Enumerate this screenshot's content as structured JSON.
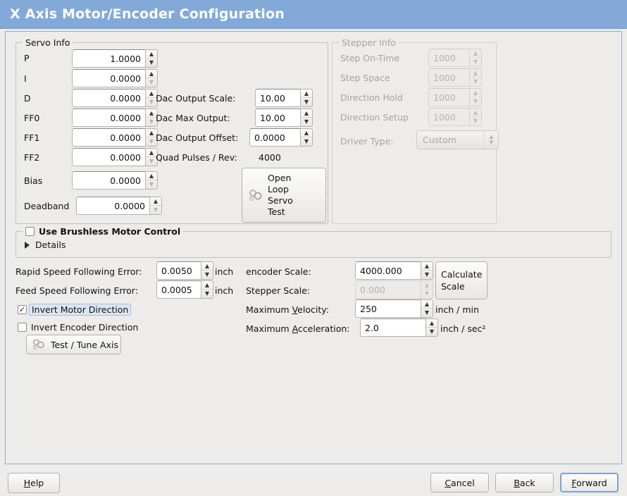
{
  "window": {
    "title": "X Axis Motor/Encoder Configuration",
    "title_bar_color": "#82a9d8",
    "background_color": "#edecea",
    "accent_color": "#7aa3d6"
  },
  "servo_info": {
    "legend": "Servo Info",
    "fields": [
      {
        "label": "P",
        "value": "1.0000"
      },
      {
        "label": "I",
        "value": "0.0000"
      },
      {
        "label": "D",
        "value": "0.0000"
      },
      {
        "label": "FF0",
        "value": "0.0000"
      },
      {
        "label": "FF1",
        "value": "0.0000"
      },
      {
        "label": "FF2",
        "value": "0.0000"
      },
      {
        "label": "Bias",
        "value": "0.0000"
      },
      {
        "label": "Deadband",
        "value": "0.0000"
      }
    ],
    "dac": [
      {
        "label": "Dac Output Scale:",
        "value": "10.00"
      },
      {
        "label": "Dac Max Output:",
        "value": "10.00"
      },
      {
        "label": "Dac Output Offset:",
        "value": "0.0000"
      }
    ],
    "quad_pulses_label": "Quad Pulses / Rev:",
    "quad_pulses_value": "4000",
    "open_loop_button": {
      "line1": "Open",
      "line2": "Loop",
      "line3": "Servo",
      "line4": "Test",
      "icon": "gears-icon"
    }
  },
  "stepper_info": {
    "legend": "Stepper Info",
    "disabled": true,
    "fields": [
      {
        "label": "Step On-Time",
        "value": "1000"
      },
      {
        "label": "Step Space",
        "value": "1000"
      },
      {
        "label": "Direction Hold",
        "value": "1000"
      },
      {
        "label": "Direction Setup",
        "value": "1000"
      }
    ],
    "driver_type_label": "Driver Type:",
    "driver_type_value": "Custom"
  },
  "brushless": {
    "legend": "Use Brushless Motor Control",
    "checked": false,
    "details_label": "Details",
    "details_expanded": false
  },
  "errors": {
    "rapid_label": "Rapid Speed Following Error:",
    "rapid_value": "0.0050",
    "rapid_unit": "inch",
    "feed_label": "Feed Speed Following Error:",
    "feed_value": "0.0005",
    "feed_unit": "inch"
  },
  "invert": {
    "motor_label": "Invert Motor Direction",
    "motor_checked": true,
    "encoder_label": "Invert Encoder Direction",
    "encoder_checked": false
  },
  "test_tune_button": {
    "label": "Test / Tune Axis",
    "icon": "gears-icon"
  },
  "scales": {
    "encoder_label": "encoder Scale:",
    "encoder_value": "4000.000",
    "stepper_label": "Stepper Scale:",
    "stepper_value": "0.000",
    "stepper_disabled": true,
    "calculate_button_line1": "Calculate",
    "calculate_button_line2": "Scale",
    "max_velocity_label_pre": "Maximum ",
    "max_velocity_label_accel": "V",
    "max_velocity_label_post": "elocity:",
    "max_velocity_value": "250",
    "max_velocity_unit": "inch / min",
    "max_accel_label_pre": "Maximum ",
    "max_accel_label_accel": "A",
    "max_accel_label_post": "cceleration:",
    "max_accel_value": "2.0",
    "max_accel_unit": "inch / sec²"
  },
  "footer": {
    "help_pre": "",
    "help_accel": "H",
    "help_post": "elp",
    "cancel_accel": "C",
    "cancel_post": "ancel",
    "back_accel": "B",
    "back_post": "ack",
    "forward_accel": "F",
    "forward_post": "orward",
    "forward_focused": true
  },
  "spin_arrows": {
    "up": "▲",
    "down": "▼"
  }
}
